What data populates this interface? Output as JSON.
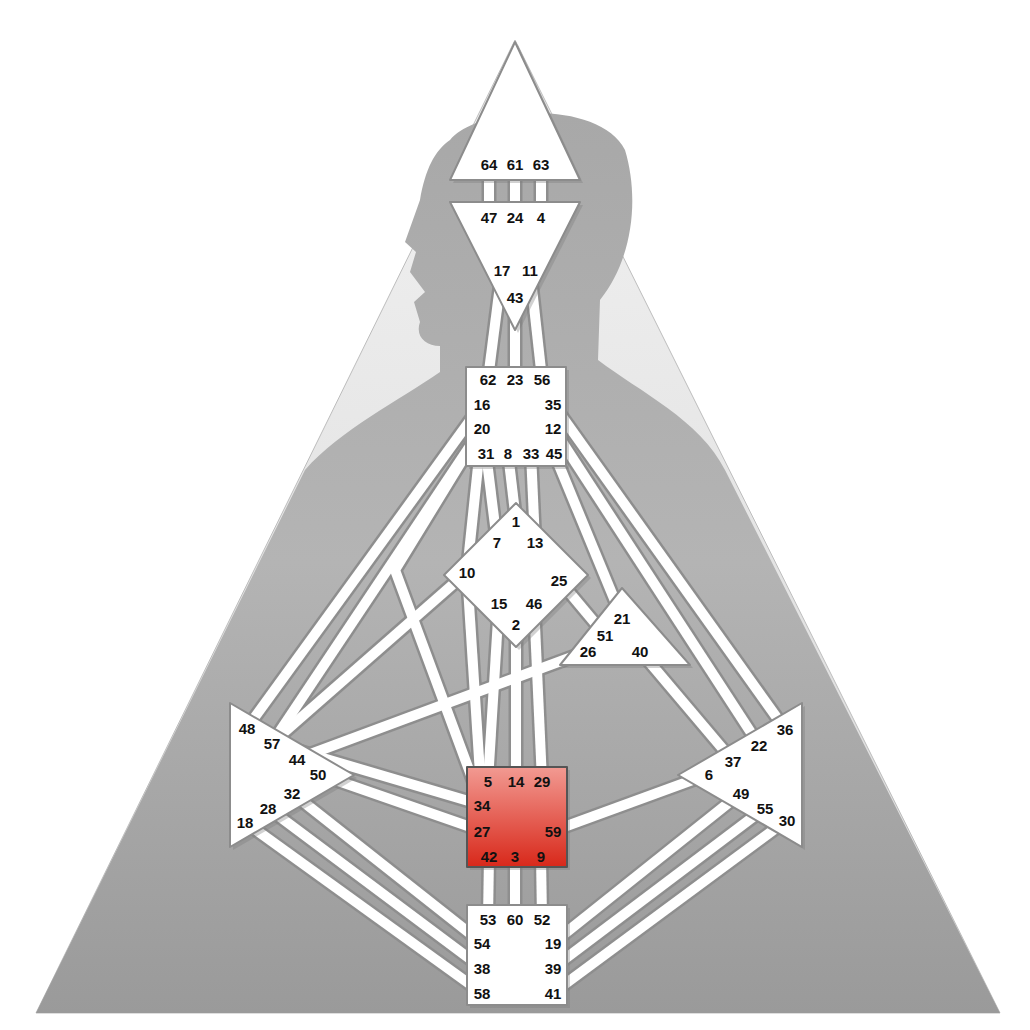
{
  "diagram": {
    "nodes": [
      {
        "text": [
          "64",
          "61",
          "63"
        ]
      },
      {
        "text": [
          "47",
          "24",
          "4",
          "17",
          "11",
          "43"
        ]
      },
      {
        "text": [
          "62",
          "23",
          "56",
          "16",
          "35",
          "20",
          "12",
          "31",
          "8",
          "33",
          "45"
        ]
      },
      {
        "text": [
          "1",
          "7",
          "13",
          "10",
          "25",
          "15",
          "46",
          "2"
        ]
      },
      {
        "text": [
          "21",
          "51",
          "26",
          "40"
        ]
      },
      {
        "text": [
          "48",
          "57",
          "44",
          "50",
          "32",
          "28",
          "18"
        ]
      },
      {
        "text": [
          "5",
          "14",
          "29",
          "34",
          "27",
          "59",
          "42",
          "3",
          "9"
        ]
      },
      {
        "text": [
          "36",
          "22",
          "37",
          "6",
          "49",
          "55",
          "30"
        ]
      },
      {
        "text": [
          "53",
          "60",
          "52",
          "54",
          "19",
          "38",
          "39",
          "58",
          "41"
        ]
      }
    ],
    "edges": [
      {
        "from": 0,
        "to": 1,
        "arrow": "none"
      },
      {
        "from": 0,
        "to": 1,
        "arrow": "none"
      },
      {
        "from": 0,
        "to": 1,
        "arrow": "none"
      },
      {
        "from": 1,
        "to": 2,
        "arrow": "none"
      },
      {
        "from": 1,
        "to": 2,
        "arrow": "none"
      },
      {
        "from": 1,
        "to": 2,
        "arrow": "none"
      },
      {
        "from": 2,
        "to": 5,
        "arrow": "none"
      },
      {
        "from": 2,
        "to": 5,
        "arrow": "none"
      },
      {
        "from": 2,
        "to": 3,
        "arrow": "none"
      },
      {
        "from": 2,
        "to": 6,
        "arrow": "none"
      },
      {
        "from": 2,
        "to": 3,
        "arrow": "none"
      },
      {
        "from": 2,
        "to": 3,
        "arrow": "none"
      },
      {
        "from": 2,
        "to": 3,
        "arrow": "none"
      },
      {
        "from": 2,
        "to": 4,
        "arrow": "none"
      },
      {
        "from": 2,
        "to": 7,
        "arrow": "none"
      },
      {
        "from": 2,
        "to": 7,
        "arrow": "none"
      },
      {
        "from": 3,
        "to": 4,
        "arrow": "none"
      },
      {
        "from": 3,
        "to": 5,
        "arrow": "none"
      },
      {
        "from": 3,
        "to": 6,
        "arrow": "none"
      },
      {
        "from": 3,
        "to": 6,
        "arrow": "none"
      },
      {
        "from": 3,
        "to": 6,
        "arrow": "none"
      },
      {
        "from": 3,
        "to": 6,
        "arrow": "none"
      },
      {
        "from": 4,
        "to": 5,
        "arrow": "none"
      },
      {
        "from": 4,
        "to": 7,
        "arrow": "none"
      },
      {
        "from": 5,
        "to": 6,
        "arrow": "none"
      },
      {
        "from": 5,
        "to": 6,
        "arrow": "none"
      },
      {
        "from": 6,
        "to": 7,
        "arrow": "none"
      },
      {
        "from": 6,
        "to": 8,
        "arrow": "none"
      },
      {
        "from": 6,
        "to": 8,
        "arrow": "none"
      },
      {
        "from": 6,
        "to": 8,
        "arrow": "none"
      },
      {
        "from": 5,
        "to": 8,
        "arrow": "none"
      },
      {
        "from": 5,
        "to": 8,
        "arrow": "none"
      },
      {
        "from": 5,
        "to": 8,
        "arrow": "none"
      },
      {
        "from": 7,
        "to": 8,
        "arrow": "none"
      },
      {
        "from": 7,
        "to": 8,
        "arrow": "none"
      },
      {
        "from": 7,
        "to": 8,
        "arrow": "none"
      }
    ]
  }
}
